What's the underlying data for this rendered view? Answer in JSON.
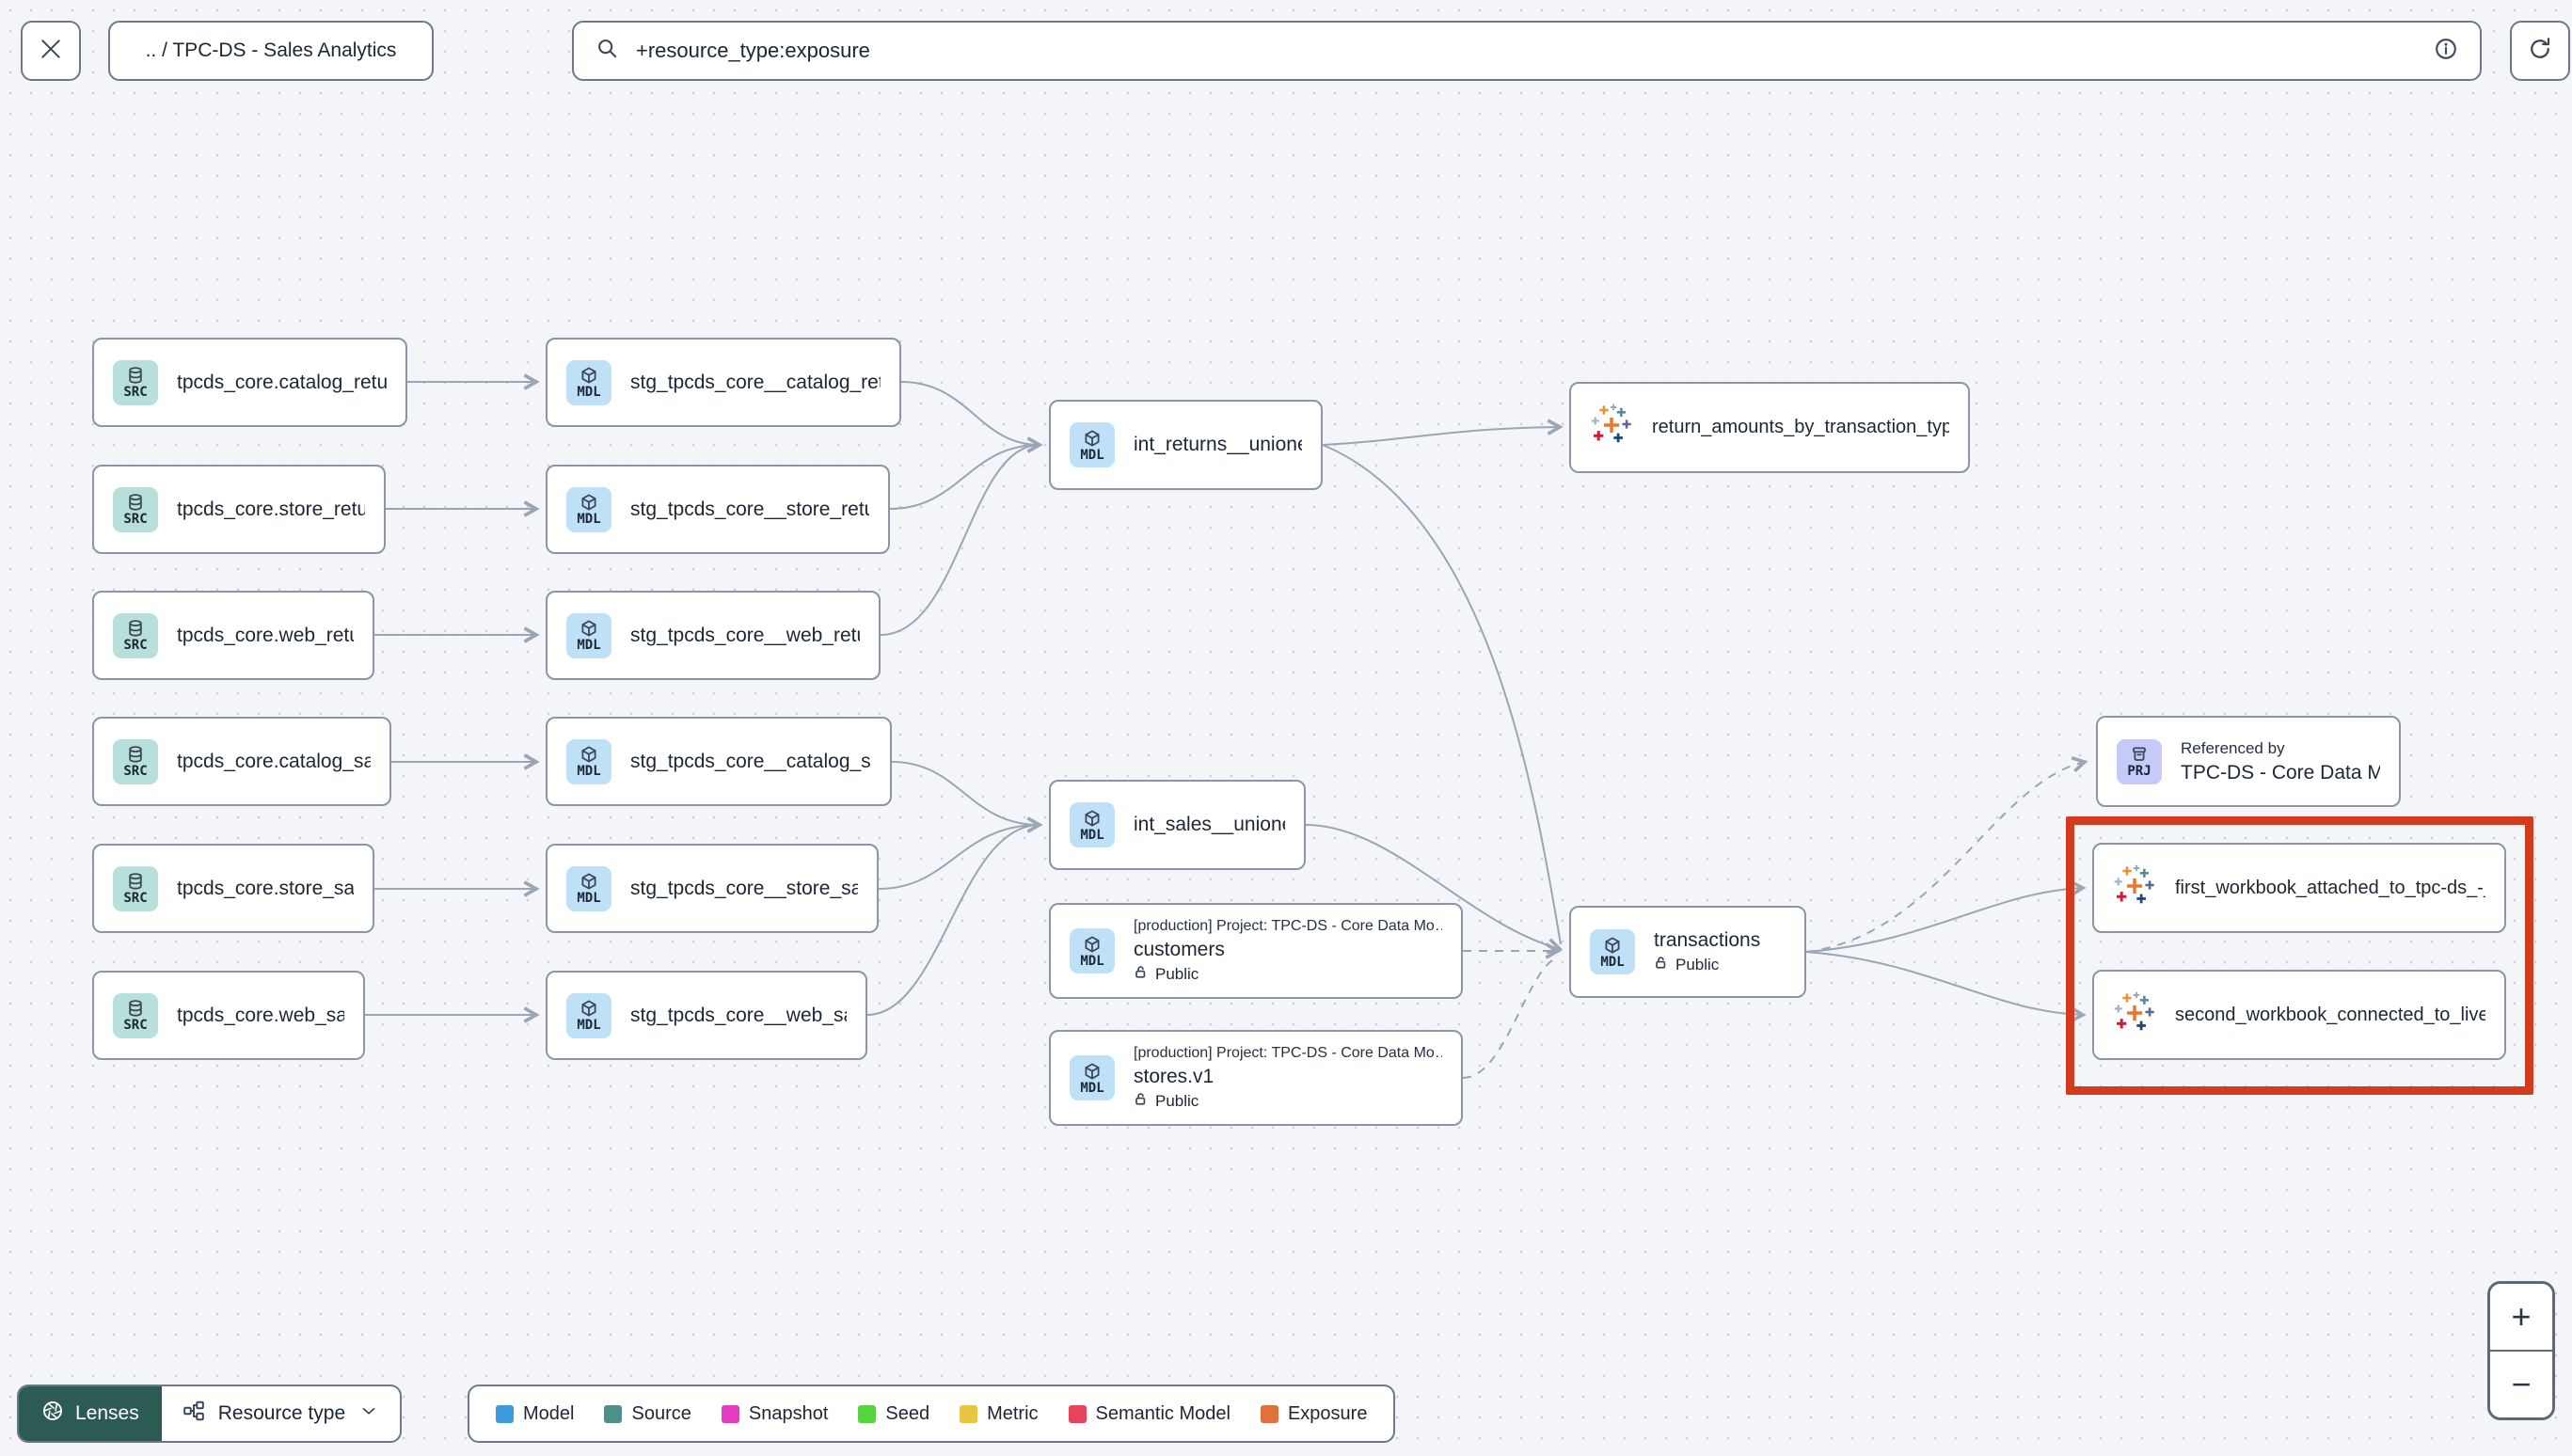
{
  "header": {
    "breadcrumb": ".. / TPC-DS - Sales Analytics",
    "search_value": "+resource_type:exposure"
  },
  "nodes": {
    "src_catalog_returns": {
      "badge": "SRC",
      "title": "tpcds_core.catalog_returns"
    },
    "src_store_returns": {
      "badge": "SRC",
      "title": "tpcds_core.store_returns"
    },
    "src_web_returns": {
      "badge": "SRC",
      "title": "tpcds_core.web_returns"
    },
    "src_catalog_sales": {
      "badge": "SRC",
      "title": "tpcds_core.catalog_sales"
    },
    "src_store_sales": {
      "badge": "SRC",
      "title": "tpcds_core.store_sales"
    },
    "src_web_sales": {
      "badge": "SRC",
      "title": "tpcds_core.web_sales"
    },
    "stg_catalog_returns": {
      "badge": "MDL",
      "title": "stg_tpcds_core__catalog_returns"
    },
    "stg_store_returns": {
      "badge": "MDL",
      "title": "stg_tpcds_core__store_returns"
    },
    "stg_web_returns": {
      "badge": "MDL",
      "title": "stg_tpcds_core__web_returns"
    },
    "stg_catalog_sales": {
      "badge": "MDL",
      "title": "stg_tpcds_core__catalog_sales"
    },
    "stg_store_sales": {
      "badge": "MDL",
      "title": "stg_tpcds_core__store_sales"
    },
    "stg_web_sales": {
      "badge": "MDL",
      "title": "stg_tpcds_core__web_sales"
    },
    "int_returns_unioned": {
      "badge": "MDL",
      "title": "int_returns__unioned"
    },
    "int_sales_unioned": {
      "badge": "MDL",
      "title": "int_sales__unioned"
    },
    "customers": {
      "badge": "MDL",
      "project": "[production] Project: TPC-DS - Core Data Mo…",
      "title": "customers",
      "access": "Public"
    },
    "stores": {
      "badge": "MDL",
      "project": "[production] Project: TPC-DS - Core Data Mo…",
      "title": "stores.v1",
      "access": "Public"
    },
    "transactions": {
      "badge": "MDL",
      "title": "transactions",
      "access": "Public"
    },
    "project_ref": {
      "badge": "PRJ",
      "subtitle": "Referenced by",
      "title": "TPC-DS - Core Data Models"
    },
    "exposure_return_amounts": {
      "title": "return_amounts_by_transaction_type"
    },
    "workbook_first": {
      "title": "first_workbook_attached_to_tpc-ds_-_…"
    },
    "workbook_second": {
      "title": "second_workbook_connected_to_live…"
    }
  },
  "legend": {
    "items": [
      {
        "label": "Model",
        "color": "#3d9bdc"
      },
      {
        "label": "Source",
        "color": "#4e8f8d"
      },
      {
        "label": "Snapshot",
        "color": "#e23cc1"
      },
      {
        "label": "Seed",
        "color": "#56d33e"
      },
      {
        "label": "Metric",
        "color": "#e6c63f"
      },
      {
        "label": "Semantic Model",
        "color": "#e5445e"
      },
      {
        "label": "Exposure",
        "color": "#e0713c"
      }
    ]
  },
  "toolbar": {
    "lenses_label": "Lenses",
    "resource_type_label": "Resource type"
  },
  "zoom_controls": {
    "zoom_in": "+",
    "zoom_out": "−"
  },
  "colors": {
    "highlight_box": "#d23b1e",
    "source_chip": "#b7e0db",
    "model_chip": "#bfe1f8",
    "project_chip": "#c5caf9",
    "edge": "#9aa6b4",
    "lenses_bg": "#2b5b52"
  }
}
